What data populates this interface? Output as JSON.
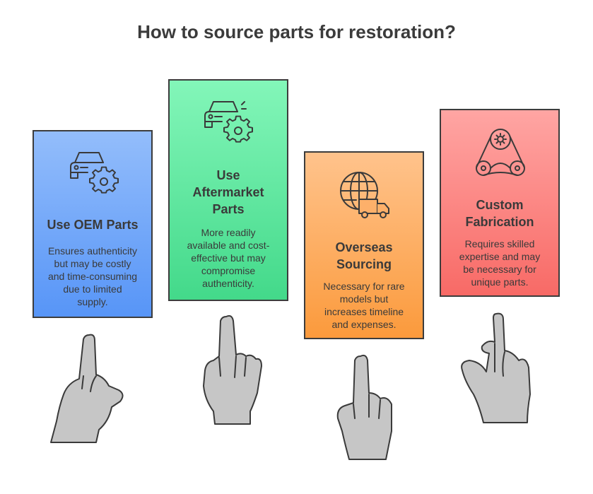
{
  "title": "How to source parts for restoration?",
  "cards": [
    {
      "heading": [
        "Use OEM Parts"
      ],
      "description": [
        "Ensures authenticity",
        "but may be costly",
        "and time-consuming",
        "due to limited",
        "supply."
      ],
      "icon": "car-gear-icon",
      "color": "#6aa3f8"
    },
    {
      "heading": [
        "Use",
        "Aftermarket",
        "Parts"
      ],
      "description": [
        "More readily",
        "available and cost-",
        "effective but may",
        "compromise",
        "authenticity."
      ],
      "icon": "car-gear-icon",
      "color": "#5fe39f"
    },
    {
      "heading": [
        "Overseas",
        "Sourcing"
      ],
      "description": [
        "Necessary for rare",
        "models but",
        "increases timeline",
        "and expenses."
      ],
      "icon": "globe-truck-icon",
      "color": "#fdae62"
    },
    {
      "heading": [
        "Custom",
        "Fabrication"
      ],
      "description": [
        "Requires skilled",
        "expertise and may",
        "be necessary for",
        "unique parts."
      ],
      "icon": "belt-pulley-icon",
      "color": "#fb8683"
    }
  ]
}
